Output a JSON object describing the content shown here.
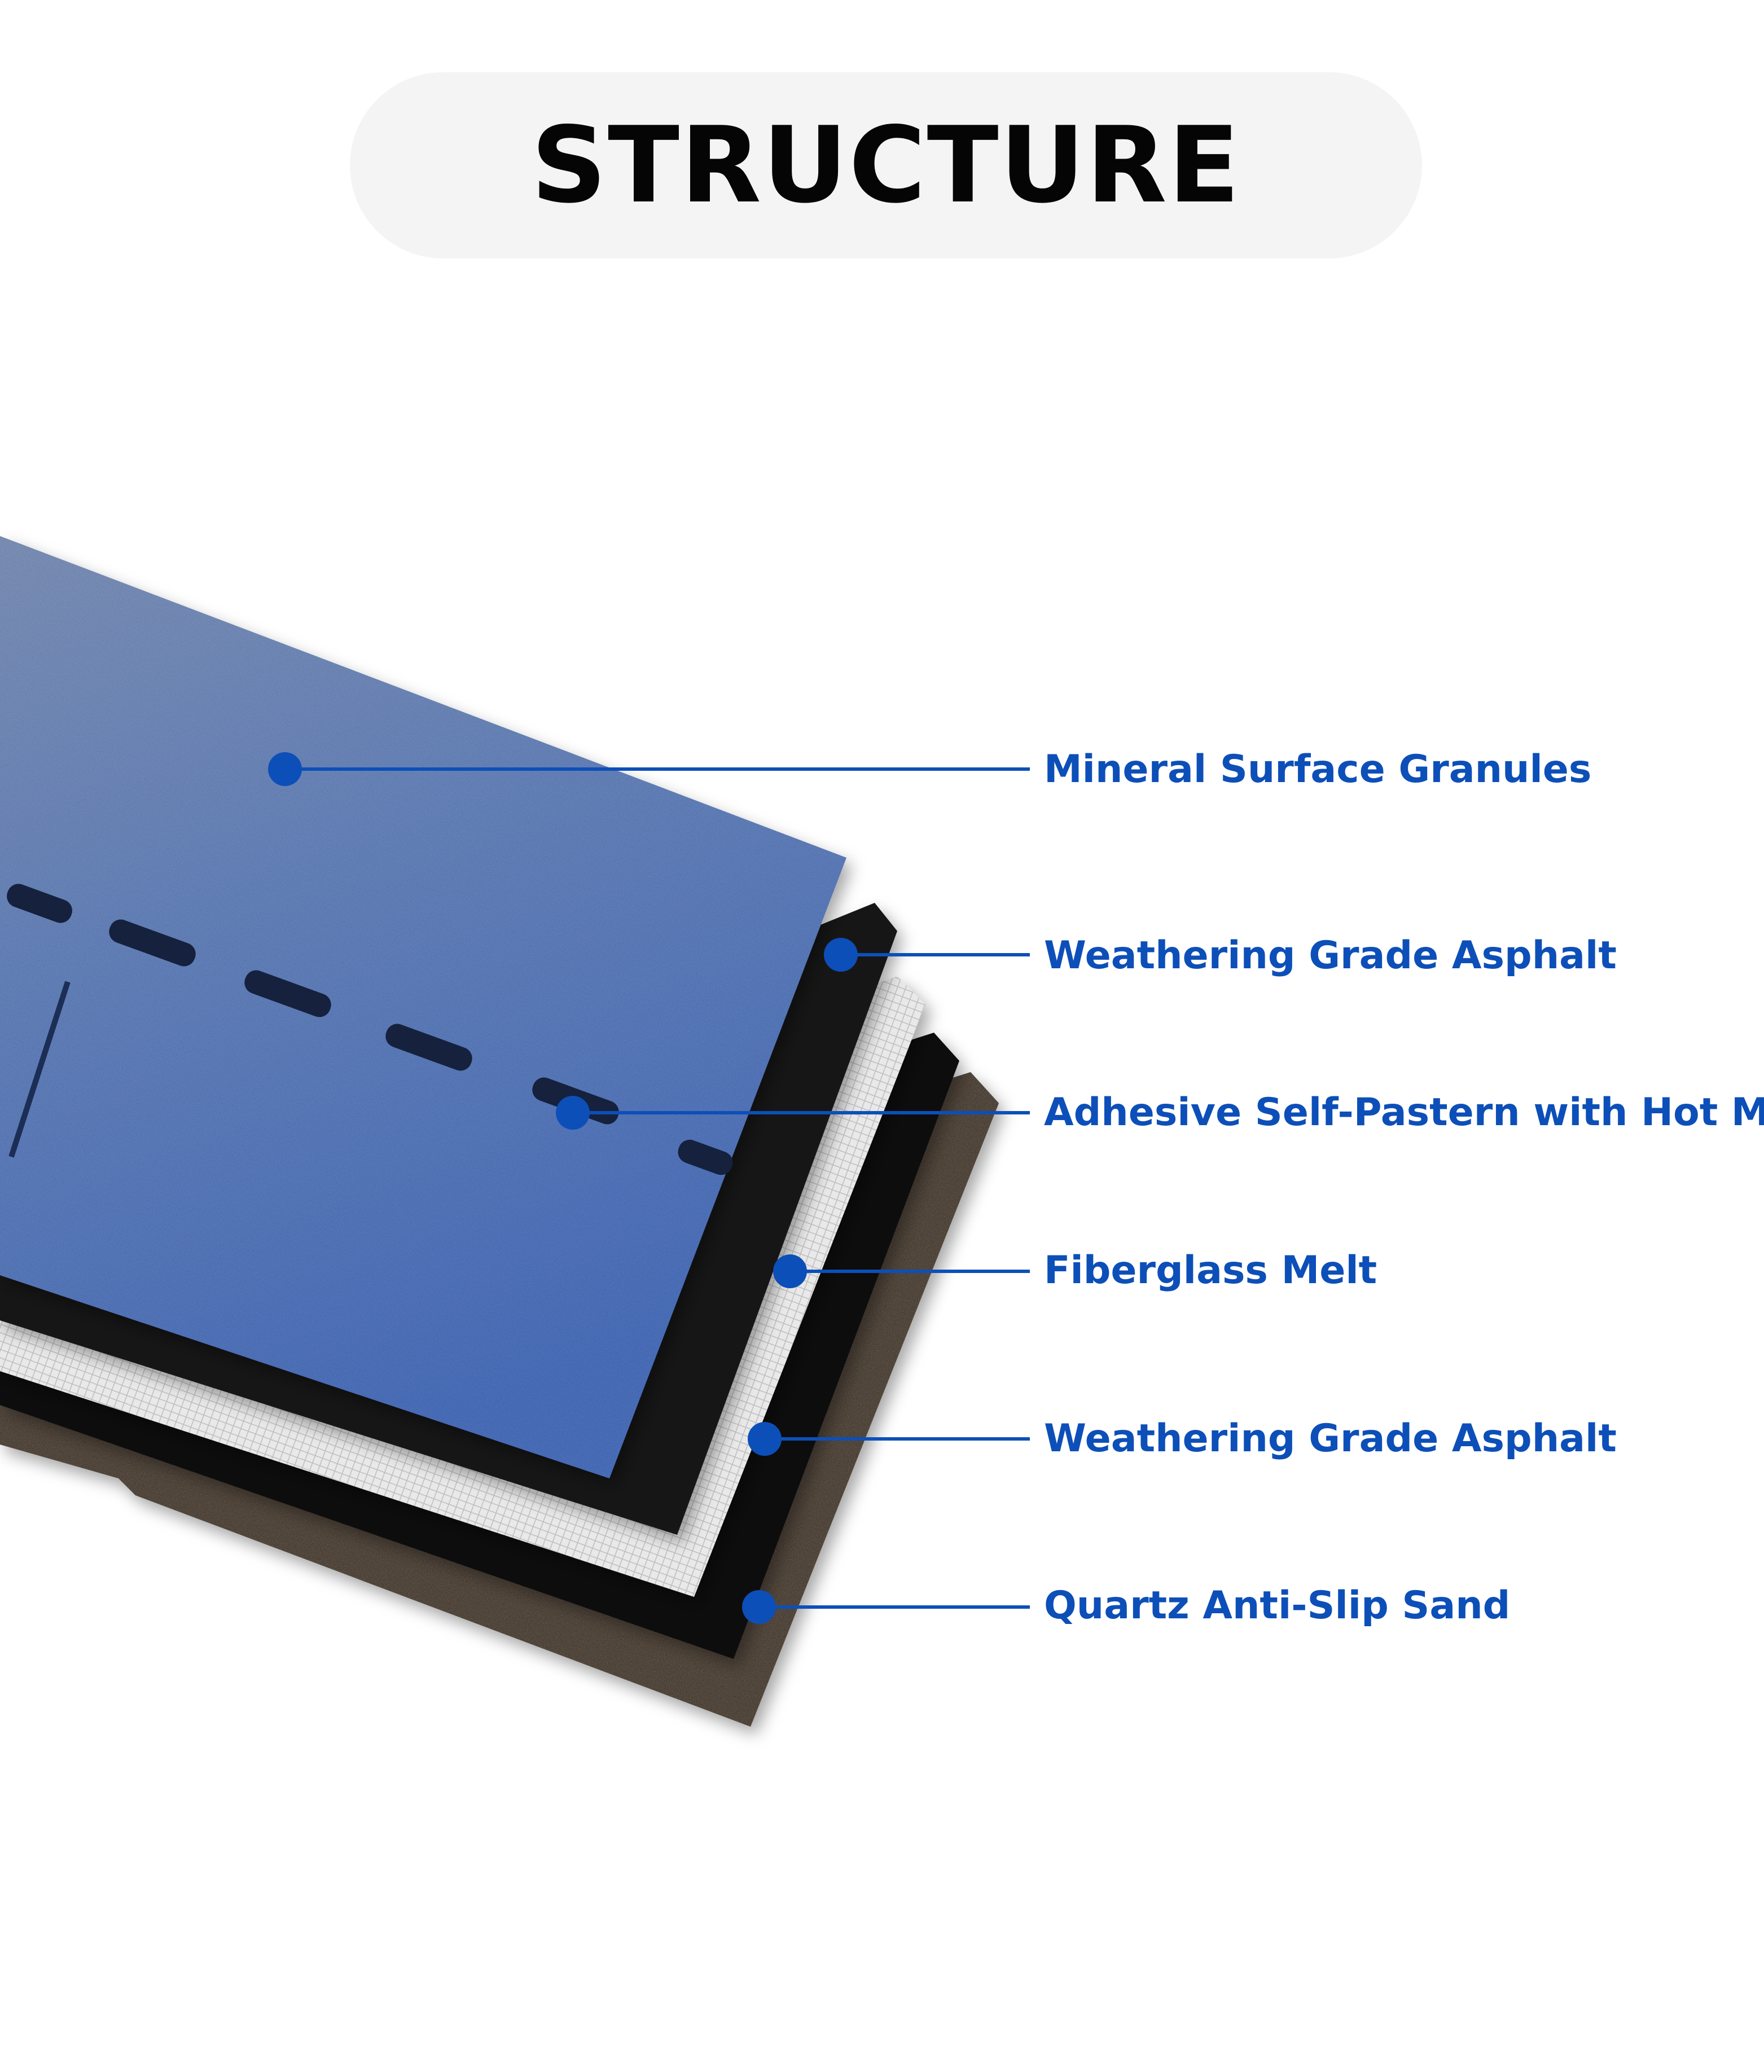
{
  "header": {
    "title": "STRUCTURE"
  },
  "colors": {
    "accent": "#0d4fb8",
    "granule_blue": "#3f66a8",
    "asphalt": "#151515",
    "fiberglass": "#e6e6e6",
    "sand": "#4a3f33"
  },
  "layers": [
    {
      "label": "Mineral Surface Granules"
    },
    {
      "label": "Weathering Grade Asphalt"
    },
    {
      "label": "Adhesive Self-Pastern with Hot Melt"
    },
    {
      "label": "Fiberglass Melt"
    },
    {
      "label": "Weathering Grade Asphalt"
    },
    {
      "label": "Quartz Anti-Slip Sand"
    }
  ]
}
